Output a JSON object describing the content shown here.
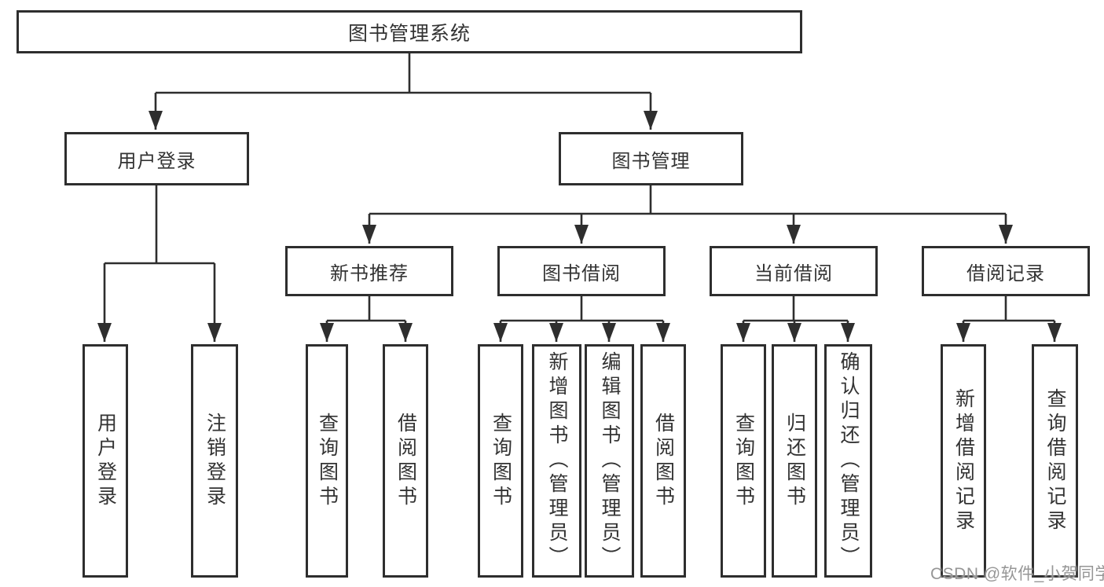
{
  "tree": {
    "label": "图书管理系统",
    "children": [
      {
        "label": "用户登录",
        "children": [
          {
            "label": "用户登录"
          },
          {
            "label": "注销登录"
          }
        ]
      },
      {
        "label": "图书管理",
        "children": [
          {
            "label": "新书推荐",
            "children": [
              {
                "label": "查询图书"
              },
              {
                "label": "借阅图书"
              }
            ]
          },
          {
            "label": "图书借阅",
            "children": [
              {
                "label": "查询图书"
              },
              {
                "label": "新增图书（管理员）"
              },
              {
                "label": "编辑图书（管理员）"
              },
              {
                "label": "借阅图书"
              }
            ]
          },
          {
            "label": "当前借阅",
            "children": [
              {
                "label": "查询图书"
              },
              {
                "label": "归还图书"
              },
              {
                "label": "确认归还（管理员）"
              }
            ]
          },
          {
            "label": "借阅记录",
            "children": [
              {
                "label": "新增借阅记录"
              },
              {
                "label": "查询借阅记录"
              }
            ]
          }
        ]
      }
    ]
  },
  "watermark": {
    "text": "CSDN @软件_小贺同学"
  },
  "colors": {
    "line": "#2e2e2e",
    "box_border": "#2e2e2e",
    "text": "#333333",
    "watermark": "#969696",
    "background": "#ffffff"
  }
}
